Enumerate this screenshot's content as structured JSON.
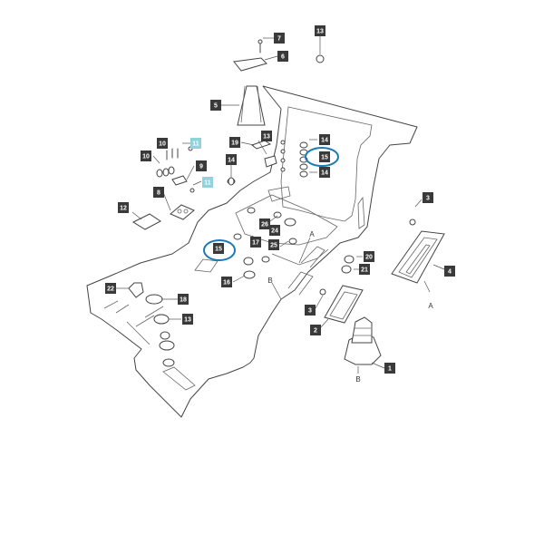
{
  "diagram": {
    "accent_ring_color": "#1a7ab5",
    "callout_color": "#3a3a3a",
    "callout_highlight_color": "#8fd3de",
    "callouts": [
      {
        "label": "7"
      },
      {
        "label": "6"
      },
      {
        "label": "13"
      },
      {
        "label": "5"
      },
      {
        "label": "13"
      },
      {
        "label": "19"
      },
      {
        "label": "14"
      },
      {
        "label": "15"
      },
      {
        "label": "14"
      },
      {
        "label": "11",
        "highlight": true
      },
      {
        "label": "10"
      },
      {
        "label": "10"
      },
      {
        "label": "9"
      },
      {
        "label": "8"
      },
      {
        "label": "11",
        "highlight": true
      },
      {
        "label": "14"
      },
      {
        "label": "12"
      },
      {
        "label": "15"
      },
      {
        "label": "26"
      },
      {
        "label": "24"
      },
      {
        "label": "17"
      },
      {
        "label": "25"
      },
      {
        "label": "16"
      },
      {
        "label": "20"
      },
      {
        "label": "21"
      },
      {
        "label": "3"
      },
      {
        "label": "4"
      },
      {
        "label": "22"
      },
      {
        "label": "18"
      },
      {
        "label": "13"
      },
      {
        "label": "3"
      },
      {
        "label": "2"
      },
      {
        "label": "1"
      }
    ],
    "refs": [
      {
        "label": "A"
      },
      {
        "label": "B"
      },
      {
        "label": "A"
      },
      {
        "label": "B"
      }
    ]
  }
}
